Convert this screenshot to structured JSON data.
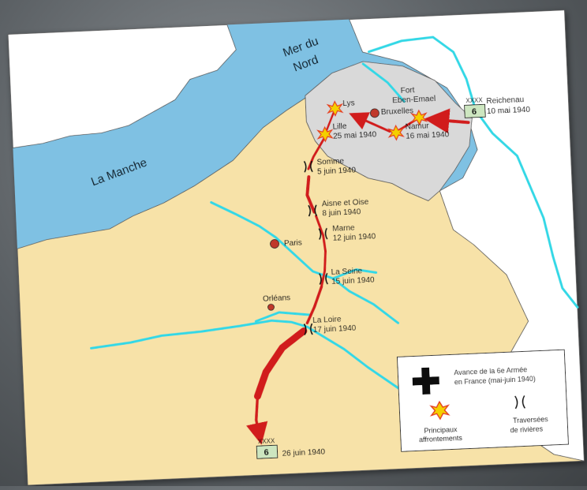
{
  "seas": {
    "mer_du_nord_line1": "Mer du",
    "mer_du_nord_line2": "Nord",
    "la_manche": "La Manche"
  },
  "cities": {
    "bruxelles": "Bruxelles",
    "paris": "Paris",
    "orleans": "Orléans"
  },
  "events": {
    "fort_line1": "Fort",
    "fort_line2": "Eben-Emael",
    "lys": "Lys",
    "lille_name": "Lille",
    "lille_date": "25 mai 1940",
    "namur_name": "Namur",
    "namur_date": "16 mai 1940",
    "reichenau_name": "Reichenau",
    "reichenau_date": "10 mai 1940",
    "somme_name": "Somme",
    "somme_date": "5 juin 1940",
    "aisne_name": "Aisne et Oise",
    "aisne_date": "8 juin 1940",
    "marne_name": "Marne",
    "marne_date": "12 juin 1940",
    "seine_name": "La Seine",
    "seine_date": "15 juin 1940",
    "loire_name": "La Loire",
    "loire_date": "17 juin 1940",
    "end_date": "26 juin 1940"
  },
  "units": {
    "army_marker_top": "XXXX",
    "army_number": "6"
  },
  "legend": {
    "advance_line1": "Avance de la 6e Armée",
    "advance_line2": "en France (mai-juin 1940)",
    "battles_line1": "Principaux",
    "battles_line2": "affrontements",
    "crossings_line1": "Traversées",
    "crossings_line2": "de rivières"
  },
  "colors": {
    "sea": "#7fc1e3",
    "france": "#f7e2a8",
    "belgium": "#d9d9d9",
    "neighbours": "#ffffff",
    "river": "#33d8e6",
    "advance": "#d11a1a",
    "city_dot": "#c0392b",
    "unit_box": "#cde6c0"
  },
  "icons": [
    "german-cross-icon",
    "explosion-icon",
    "river-crossing-icon",
    "city-dot-icon"
  ]
}
